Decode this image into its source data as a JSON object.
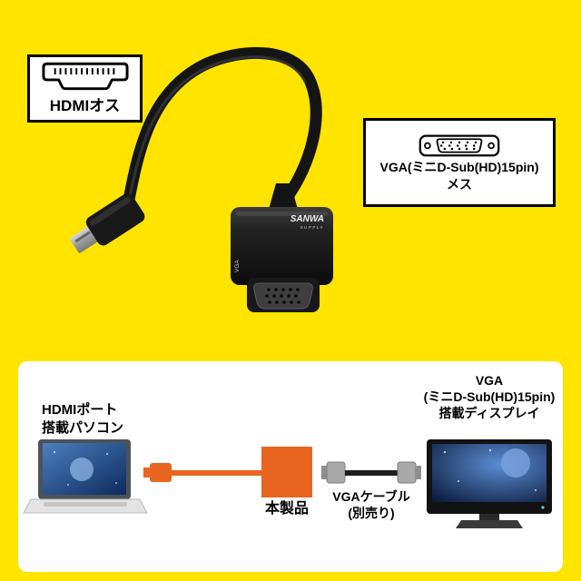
{
  "colors": {
    "background": "#ffe400",
    "panel": "#ffffff",
    "outline": "#000000",
    "product_black": "#161616",
    "orange": "#e8641f"
  },
  "callouts": {
    "hdmi": {
      "label": "HDMIオス"
    },
    "vga": {
      "line1": "VGA(ミニD-Sub(HD)15pin)",
      "line2": "メス"
    }
  },
  "product_photo": {
    "brand_line1": "SANWA",
    "brand_line2": "SUPPLY",
    "side_label": "VGA"
  },
  "diagram": {
    "pc_label_line1": "HDMIポート",
    "pc_label_line2": "搭載パソコン",
    "product_label": "本製品",
    "cable_label_line1": "VGAケーブル",
    "cable_label_line2": "(別売り)",
    "display_label_line1": "VGA",
    "display_label_line2": "(ミニD-Sub(HD)15pin)",
    "display_label_line3": "搭載ディスプレイ"
  }
}
